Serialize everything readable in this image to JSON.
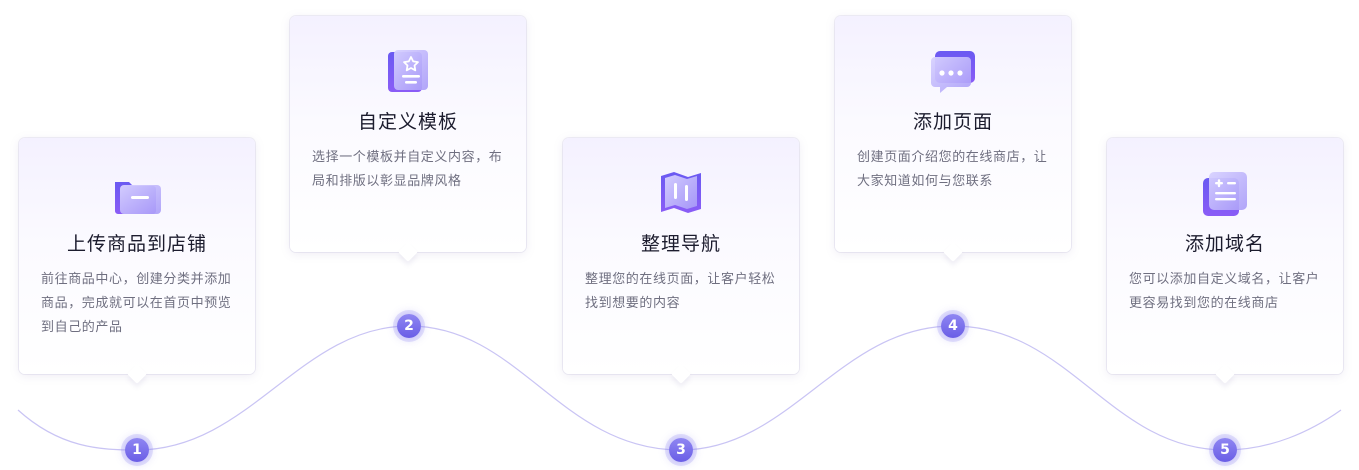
{
  "accent_color": "#7a6ff0",
  "steps": [
    {
      "number": "1",
      "title": "上传商品到店铺",
      "desc": "前往商品中心，创建分类并添加商品，完成就可以在首页中预览到自己的产品",
      "icon": "folder-icon"
    },
    {
      "number": "2",
      "title": "自定义模板",
      "desc": "选择一个模板并自定义内容，布局和排版以彰显品牌风格",
      "icon": "template-icon"
    },
    {
      "number": "3",
      "title": "整理导航",
      "desc": "整理您的在线页面，让客户轻松找到想要的内容",
      "icon": "map-icon"
    },
    {
      "number": "4",
      "title": "添加页面",
      "desc": "创建页面介绍您的在线商店，让大家知道如何与您联系",
      "icon": "chat-icon"
    },
    {
      "number": "5",
      "title": "添加域名",
      "desc": "您可以添加自定义域名，让客户更容易找到您的在线商店",
      "icon": "calculator-icon"
    }
  ]
}
